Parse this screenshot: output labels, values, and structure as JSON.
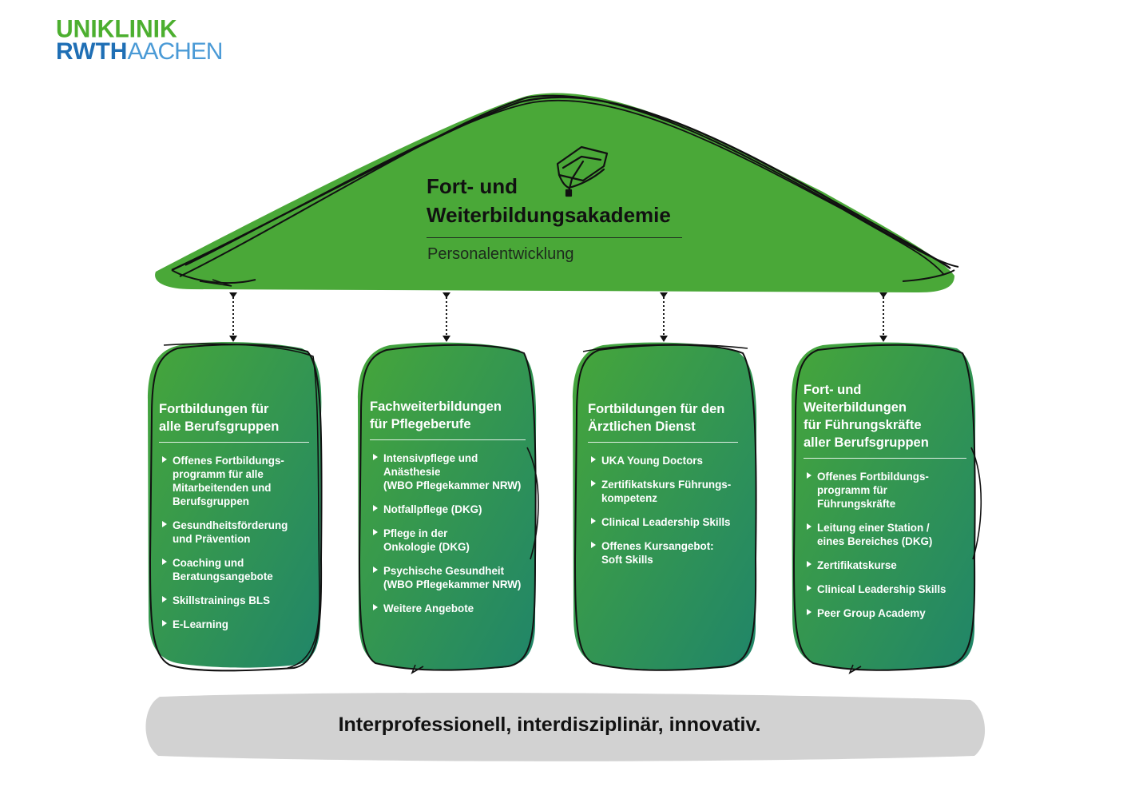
{
  "logo": {
    "line1": "UNIKLINIK",
    "line2a": "RWTH",
    "line2b": "AACHEN"
  },
  "header": {
    "title_line1": "Fort- und",
    "title_line2": "Weiterbildungsakademie",
    "subtitle": "Personalentwicklung"
  },
  "pillars": [
    {
      "title": "Fortbildungen für\nalle Berufsgruppen",
      "items": [
        "Offenes Fortbildungs-\nprogramm für alle\nMitarbeitenden und\nBerufsgruppen",
        "Gesundheitsförderung\nund Prävention",
        "Coaching und\nBeratungsangebote",
        "Skillstrainings BLS",
        "E-Learning"
      ]
    },
    {
      "title": "Fachweiterbildungen\nfür Pflegeberufe",
      "items": [
        "Intensivpflege und\nAnästhesie\n(WBO Pflegekammer NRW)",
        "Notfallpflege (DKG)",
        "Pflege in der\nOnkologie (DKG)",
        "Psychische Gesundheit\n(WBO Pflegekammer NRW)",
        "Weitere Angebote"
      ]
    },
    {
      "title": "Fortbildungen für den\nÄrztlichen Dienst",
      "items": [
        "UKA Young Doctors",
        "Zertifikatskurs Führungs-\nkompetenz",
        "Clinical Leadership Skills",
        "Offenes Kursangebot:\nSoft Skills"
      ]
    },
    {
      "title": "Fort- und Weiterbildungen\nfür Führungskräfte\naller Berufsgruppen",
      "items": [
        "Offenes Fortbildungs-\nprogramm für Führungskräfte",
        "Leitung einer Station /\neines Bereiches (DKG)",
        "Zertifikatskurse",
        "Clinical Leadership Skills",
        "Peer Group Academy"
      ]
    }
  ],
  "footer": {
    "tagline": "Interprofessionell, interdisziplinär, innovativ."
  },
  "colors": {
    "roof_green": "#4aa838",
    "pillar_light": "#3fa03e",
    "pillar_dark": "#23866a",
    "logo_green": "#4caf2f",
    "logo_blue": "#1f6fb5",
    "banner_grey": "#d2d2d2"
  },
  "icons": [
    "graduation-cap-icon",
    "arrow-down-icon",
    "bullet-triangle-icon"
  ]
}
